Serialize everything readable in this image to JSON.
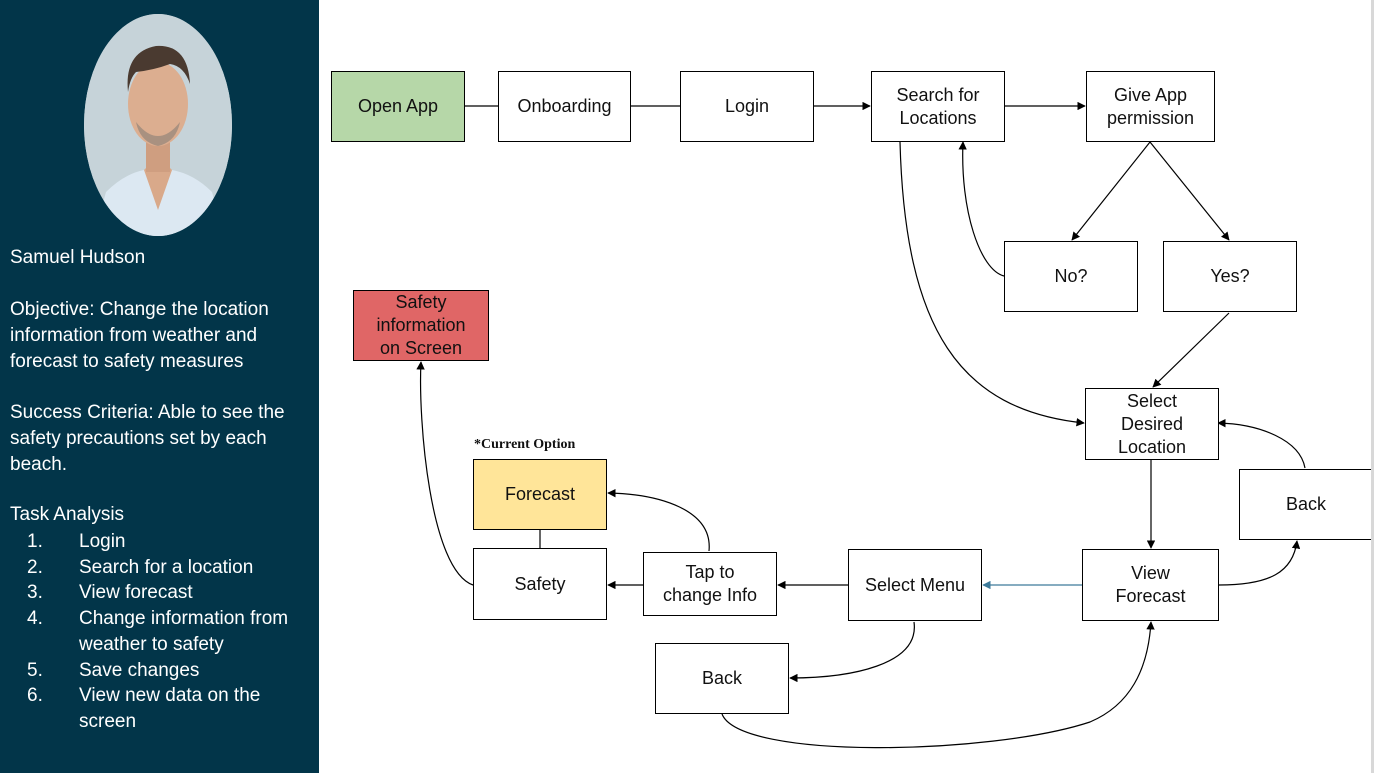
{
  "persona": {
    "name": "Samuel Hudson",
    "objective": "Objective: Change the location information from weather and forecast to safety measures",
    "success_criteria": "Success Criteria: Able to see the safety precautions set by each beach.",
    "task_analysis_title": "Task Analysis",
    "tasks": [
      {
        "num": "1.",
        "text": "Login"
      },
      {
        "num": "2.",
        "text": "Search for a location"
      },
      {
        "num": "3.",
        "text": "View forecast"
      },
      {
        "num": "4.",
        "text": "Change information from weather to safety"
      },
      {
        "num": "5.",
        "text": "Save changes"
      },
      {
        "num": "6.",
        "text": "View new data on the screen"
      }
    ]
  },
  "colors": {
    "sidebar": "#023549",
    "start_node": "#b6d7a8",
    "current_node": "#ffe599",
    "end_node": "#e06666",
    "menu_connector": "#3d7a9a"
  },
  "flow": {
    "nodes": {
      "open_app": "Open App",
      "onboarding": "Onboarding",
      "login": "Login",
      "search_locations": "Search for Locations",
      "give_permission": "Give App permission",
      "no": "No?",
      "yes": "Yes?",
      "select_location": "Select Desired Location",
      "back_right": "Back",
      "view_forecast": "View Forecast",
      "select_menu": "Select Menu",
      "back_bottom": "Back",
      "tap_change": "Tap to change Info",
      "safety": "Safety",
      "forecast": "Forecast",
      "safety_info": "Safety information on Screen"
    },
    "current_option_note": "*Current Option"
  }
}
